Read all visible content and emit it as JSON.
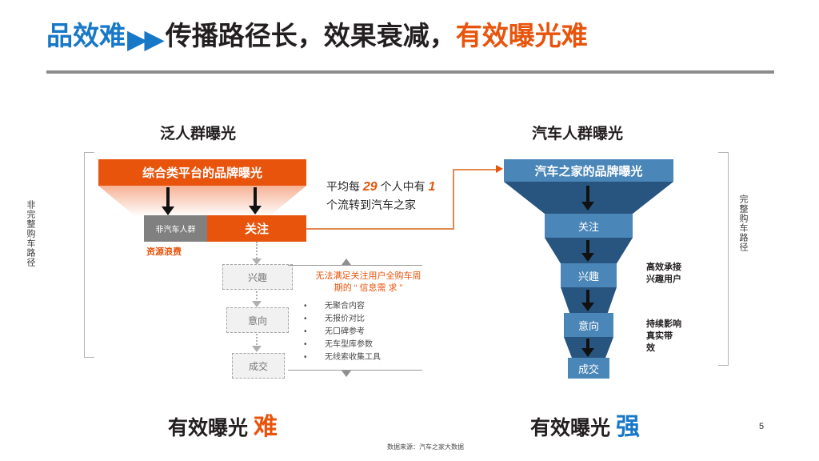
{
  "header": {
    "highlight": "品效难",
    "arrows": "▶▶",
    "main": "传播路径长，效果衰减，",
    "emphasis": "有效曝光难"
  },
  "sections": {
    "left_caption": "泛人群曝光",
    "right_caption": "汽车人群曝光",
    "left_side_label": "非完整购车路径",
    "right_side_label": "完整购车路径"
  },
  "left_funnel": {
    "top_label": "综合类平台的品牌曝光",
    "grey_box": "非汽车人群",
    "orange_box": "关注",
    "waste_note": "资源浪费",
    "stages": [
      "兴趣",
      "意向",
      "成交"
    ]
  },
  "middle": {
    "note_pre": "平均每 ",
    "note_num1": "29",
    "note_mid": " 个人中有 ",
    "note_num2": "1",
    "note_post": " 个流转到汽车之家",
    "callout": "无法满足关注用户全购车周期的 “ 信息需 求 ”",
    "bullets": [
      "无聚合内容",
      "无报价对比",
      "无口碑参考",
      "无车型库参数",
      "无线索收集工具"
    ]
  },
  "right_funnel": {
    "top_label": "汽车之家的品牌曝光",
    "stages": [
      "关注",
      "兴趣",
      "意向",
      "成交"
    ],
    "note_1": "高效承接\n兴趣用户",
    "note_1_line1": "高效承接",
    "note_1_line2": "兴趣用户",
    "note_2_line1": "持续影响",
    "note_2_line2": " 真实带",
    "note_2_line3": "效"
  },
  "bottom": {
    "left_text": "有效曝光 ",
    "left_em": "难",
    "right_text": "有效曝光 ",
    "right_em": "强",
    "source": "数据来源：汽车之家大数据",
    "page_number": "5"
  },
  "colors": {
    "blue": "#1878C8",
    "orange": "#E8540C",
    "dark_blue": "#28557F",
    "light_blue": "#4A86B8",
    "grey": "#808080"
  }
}
